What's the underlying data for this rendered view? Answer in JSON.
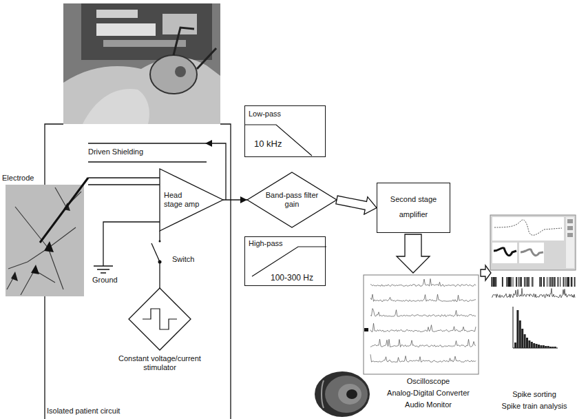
{
  "diagram": {
    "nodes": [
      {
        "text": [
          "Isolated patient circuit"
        ]
      },
      {
        "text": [
          "Head stage amp"
        ],
        "in": 0
      },
      {
        "text": [
          "Constant voltage/current stimulator"
        ],
        "in": 0
      },
      {
        "text": [
          "Low-pass",
          "10 kHz"
        ]
      },
      {
        "text": [
          "Band-pass filter gain"
        ]
      },
      {
        "text": [
          "High-pass",
          "100-300 Hz"
        ]
      },
      {
        "text": [
          "Second stage amplifier"
        ]
      }
    ],
    "edges": [
      {
        "from": 1,
        "to": 4,
        "arrow": "to"
      },
      {
        "from": 4,
        "to": 6,
        "arrow": "to"
      },
      {
        "from": 2,
        "to": 1,
        "arrow": "none"
      }
    ],
    "labels": [
      "Driven Shielding",
      "Electrode",
      "Ground",
      "Switch",
      "Oscilloscope",
      "Analog-Digital Converter",
      "Audio Monitor",
      "Spike sorting",
      "Spike train analysis"
    ]
  }
}
